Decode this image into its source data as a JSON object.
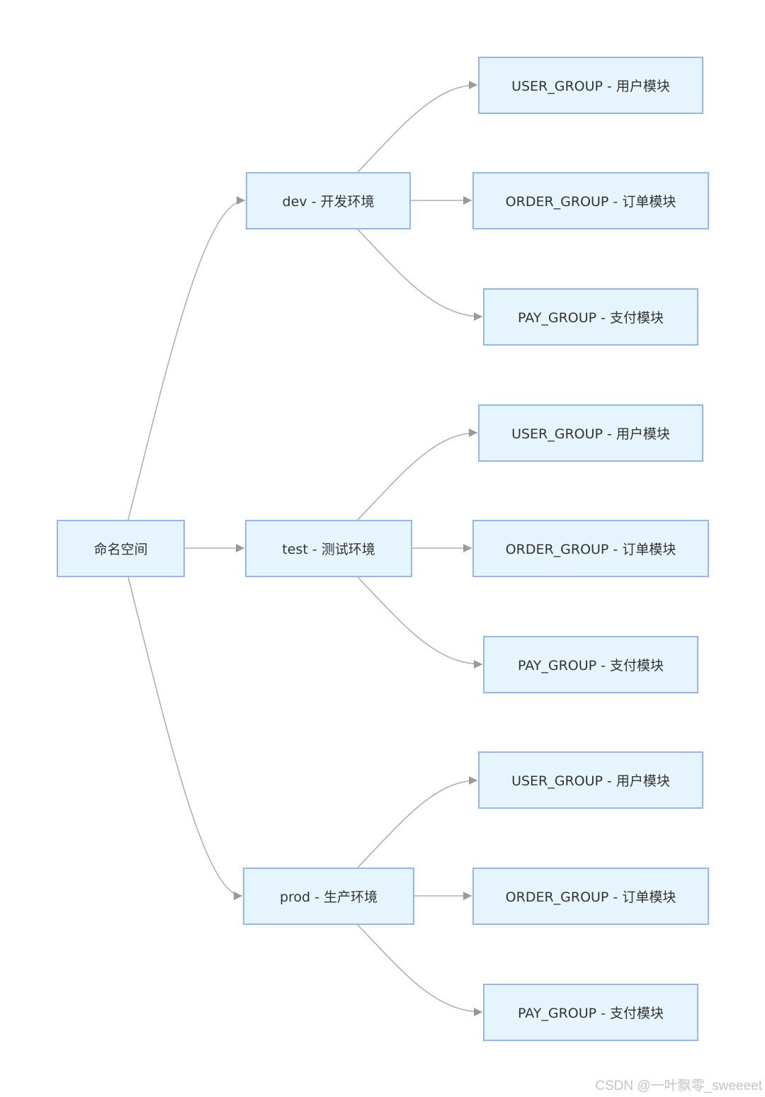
{
  "diagram": {
    "root": {
      "label": "命名空间"
    },
    "environments": [
      {
        "label": "dev - 开发环境",
        "groups": [
          {
            "label": "USER_GROUP - 用户模块"
          },
          {
            "label": "ORDER_GROUP - 订单模块"
          },
          {
            "label": "PAY_GROUP - 支付模块"
          }
        ]
      },
      {
        "label": "test - 测试环境",
        "groups": [
          {
            "label": "USER_GROUP - 用户模块"
          },
          {
            "label": "ORDER_GROUP - 订单模块"
          },
          {
            "label": "PAY_GROUP - 支付模块"
          }
        ]
      },
      {
        "label": "prod - 生产环境",
        "groups": [
          {
            "label": "USER_GROUP - 用户模块"
          },
          {
            "label": "ORDER_GROUP - 订单模块"
          },
          {
            "label": "PAY_GROUP - 支付模块"
          }
        ]
      }
    ],
    "colors": {
      "node_fill": "#e6f5fd",
      "node_border": "#93b8ef",
      "edge": "#b0b0b0",
      "text": "#333333"
    }
  },
  "watermark": "CSDN @一叶飘零_sweeeet"
}
